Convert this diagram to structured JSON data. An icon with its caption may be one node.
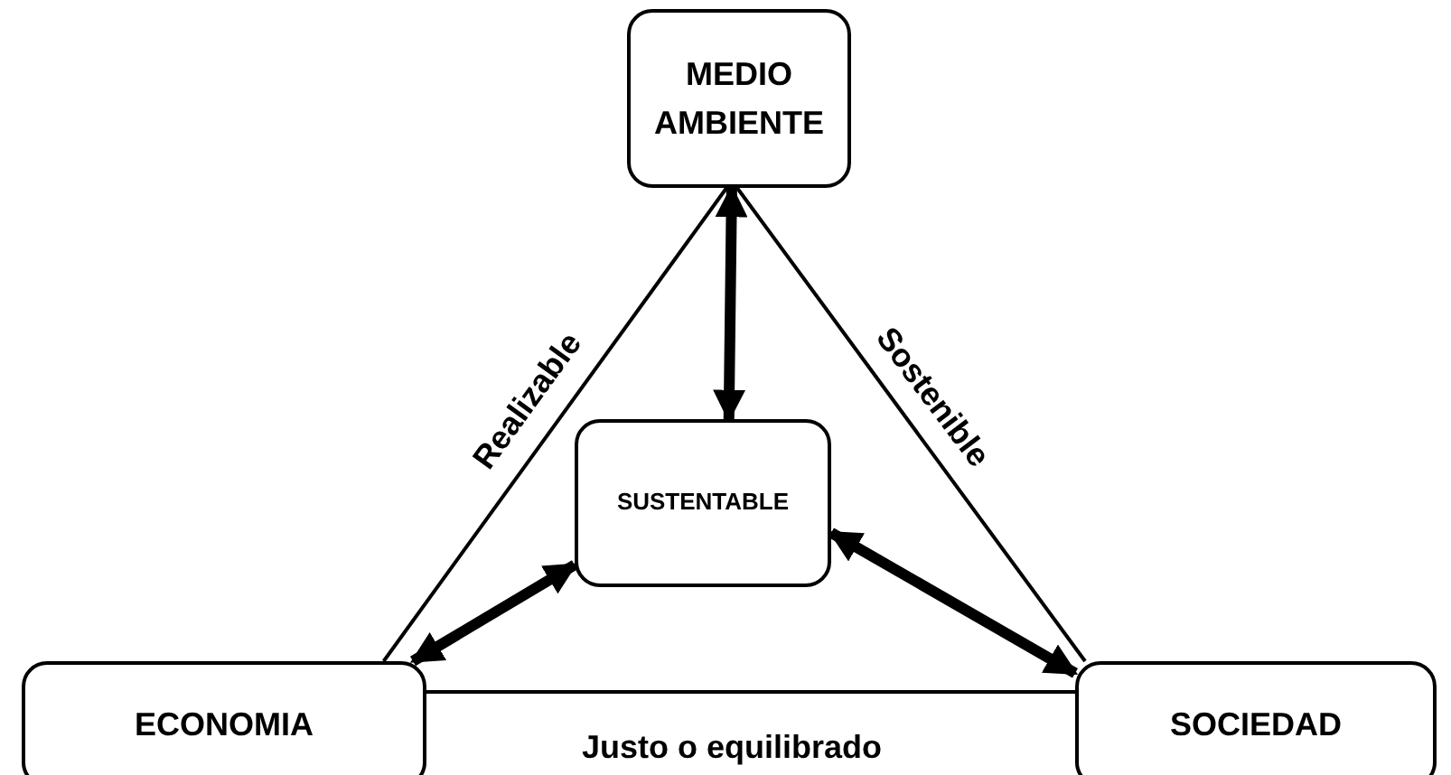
{
  "diagram": {
    "nodes": [
      {
        "text": [
          "MEDIO AMBIENTE"
        ]
      },
      {
        "text": [
          "SUSTENTABLE"
        ]
      },
      {
        "text": [
          "ECONOMIA"
        ]
      },
      {
        "text": [
          "SOCIEDAD"
        ]
      }
    ],
    "edges": [
      {
        "from": 0,
        "to": 2,
        "arrow": "none",
        "label": "Realizable"
      },
      {
        "from": 0,
        "to": 3,
        "arrow": "none",
        "label": "Sostenible"
      },
      {
        "from": 2,
        "to": 3,
        "arrow": "none",
        "label": "Justo o equilibrado"
      },
      {
        "from": 1,
        "to": 0,
        "arrow": "both",
        "style": "thick"
      },
      {
        "from": 1,
        "to": 2,
        "arrow": "both",
        "style": "thick"
      },
      {
        "from": 1,
        "to": 3,
        "arrow": "both",
        "style": "thick"
      }
    ]
  }
}
